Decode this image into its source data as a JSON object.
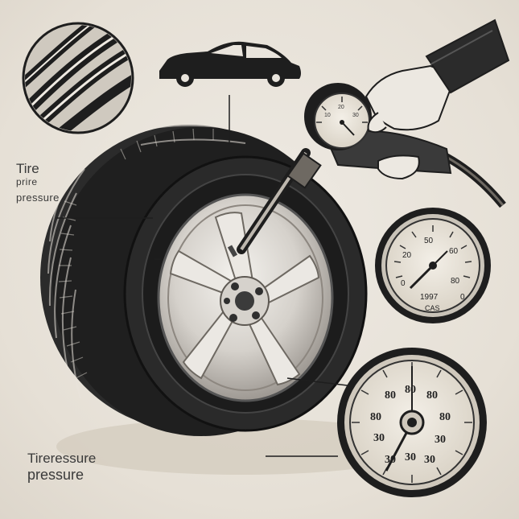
{
  "labels": {
    "top_line1": "Tire",
    "top_line2": "prire",
    "top_line3": "pressure",
    "bottom_line1": "Tireressure",
    "bottom_line2": "pressure"
  },
  "small_gauge": {
    "scale_text": [
      "0",
      "20",
      "50",
      "60",
      "80",
      "1997",
      "0"
    ],
    "unit_text": "CAS"
  },
  "large_gauge": {
    "scale_text": [
      "80",
      "80",
      "80",
      "80",
      "80",
      "30",
      "30",
      "30",
      "30",
      "30"
    ]
  },
  "handheld_gauge": {
    "scale_text": [
      "10",
      "20",
      "30"
    ]
  },
  "colors": {
    "background": "#e9e4dc",
    "ink": "#1e1e1e",
    "rim": "#d9d6d1"
  }
}
